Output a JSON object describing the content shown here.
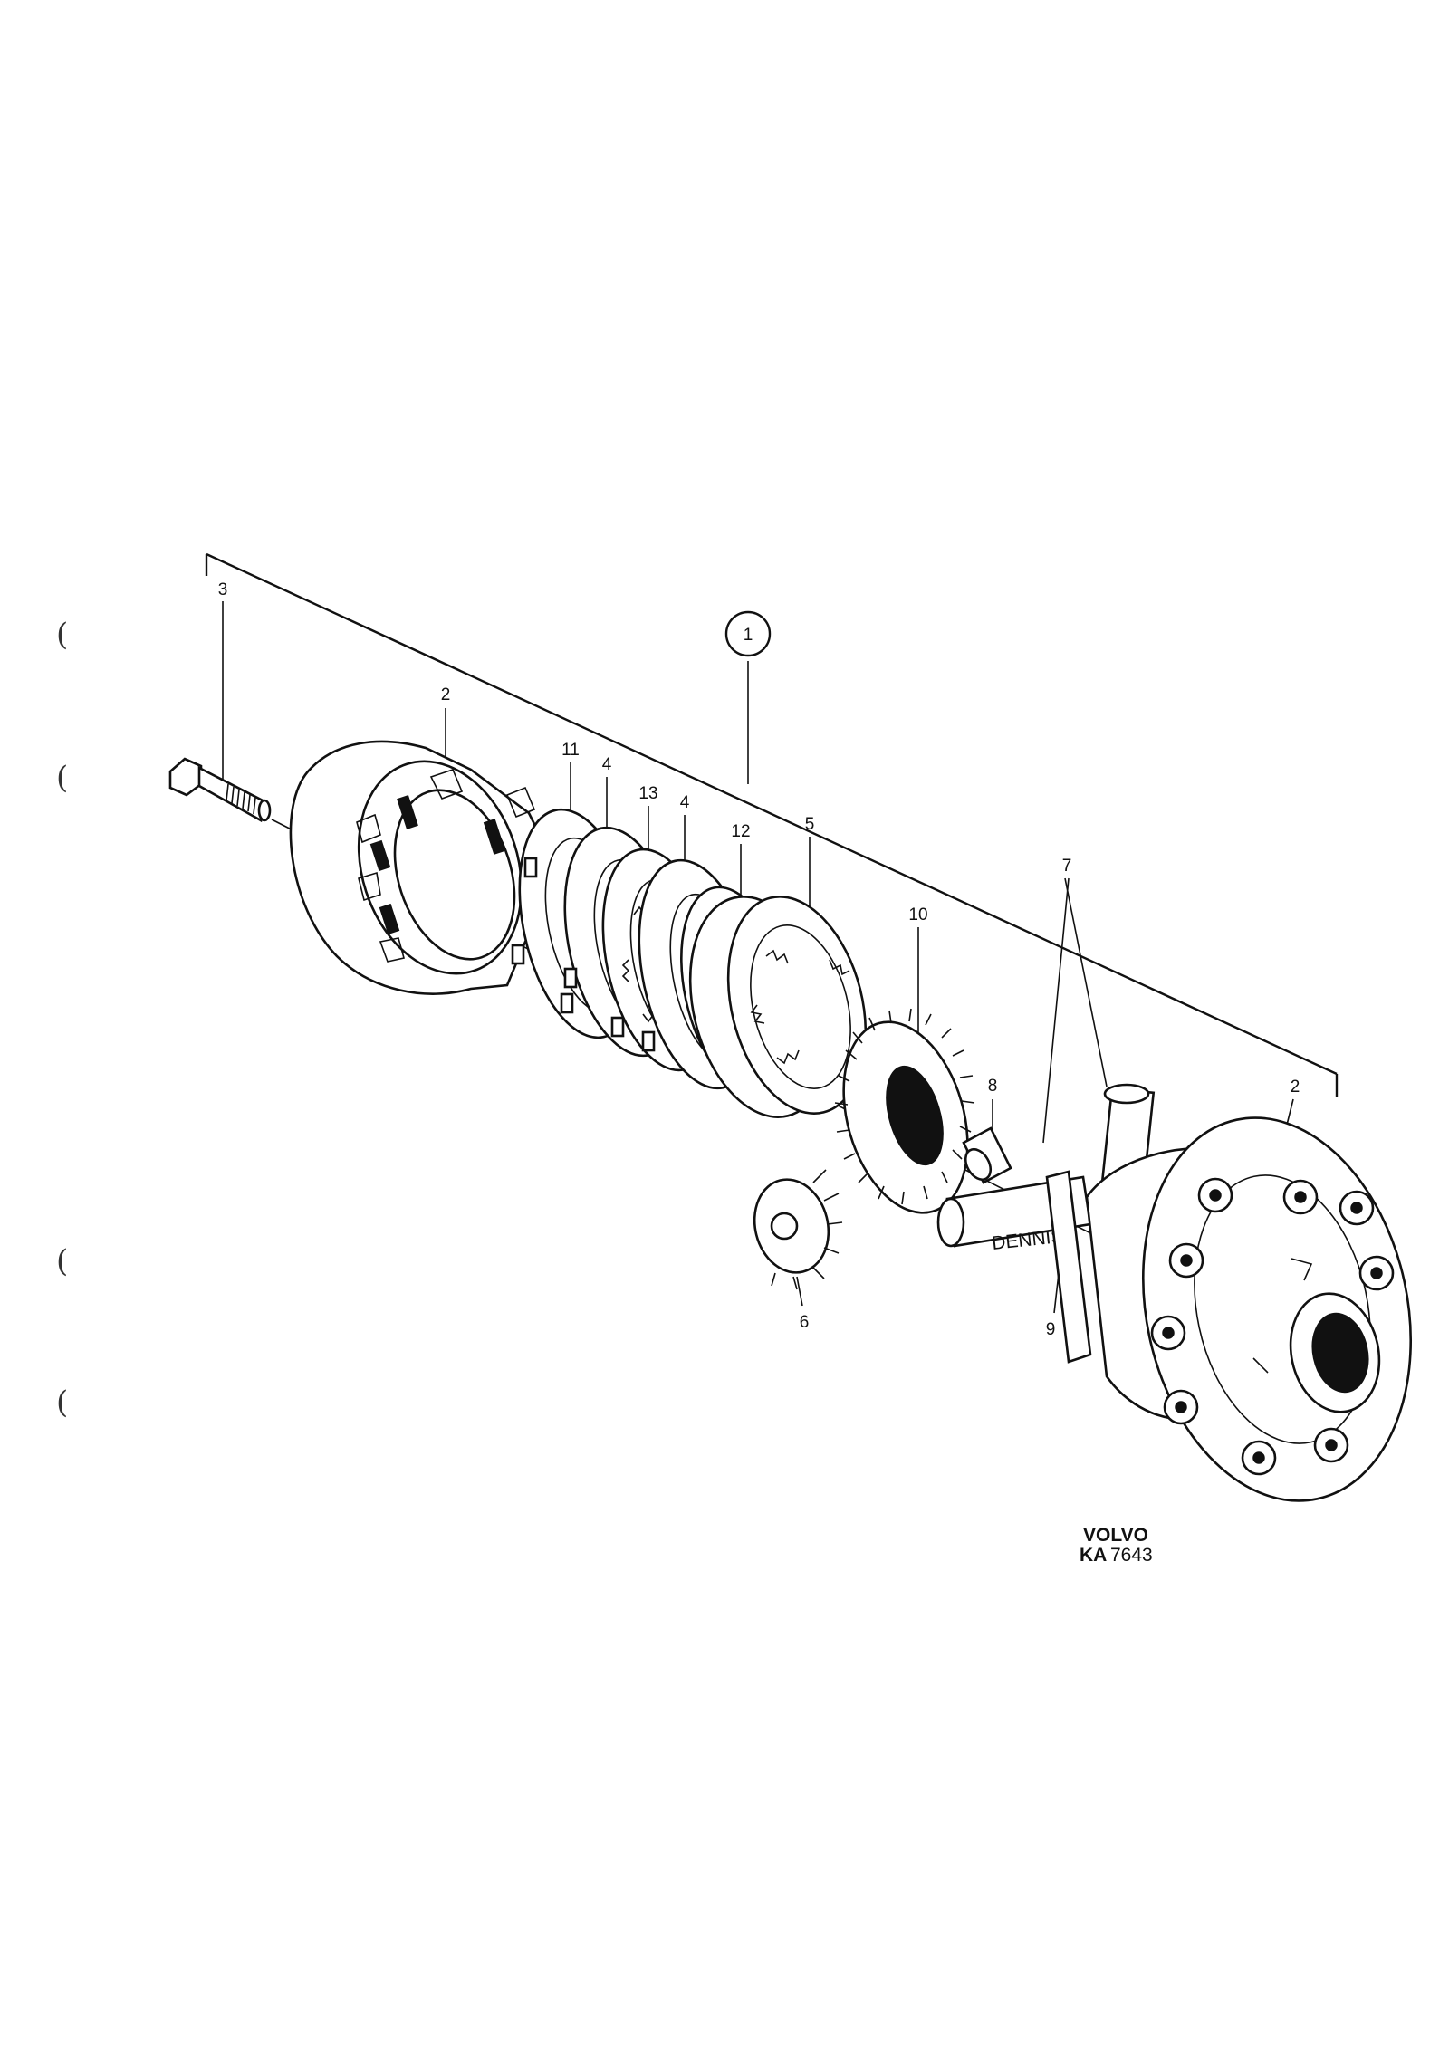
{
  "callouts": {
    "assembly": "1",
    "bolt": "3",
    "case_half_left": "2",
    "friction_disc_11": "11",
    "plate_4_a": "4",
    "disc_13": "13",
    "plate_4_b": "4",
    "disc_12": "12",
    "ring_5": "5",
    "side_gear_10": "10",
    "pin_8": "8",
    "shafts_7": "7",
    "case_half_right": "2",
    "pin_9": "9",
    "pinion_6": "6"
  },
  "stamp": {
    "brand": "VOLVO",
    "code_prefix": "KA",
    "code_number": "7643"
  },
  "margin_marks": [
    "(",
    "(",
    "(",
    "("
  ],
  "part_label_small": "DENNIS"
}
